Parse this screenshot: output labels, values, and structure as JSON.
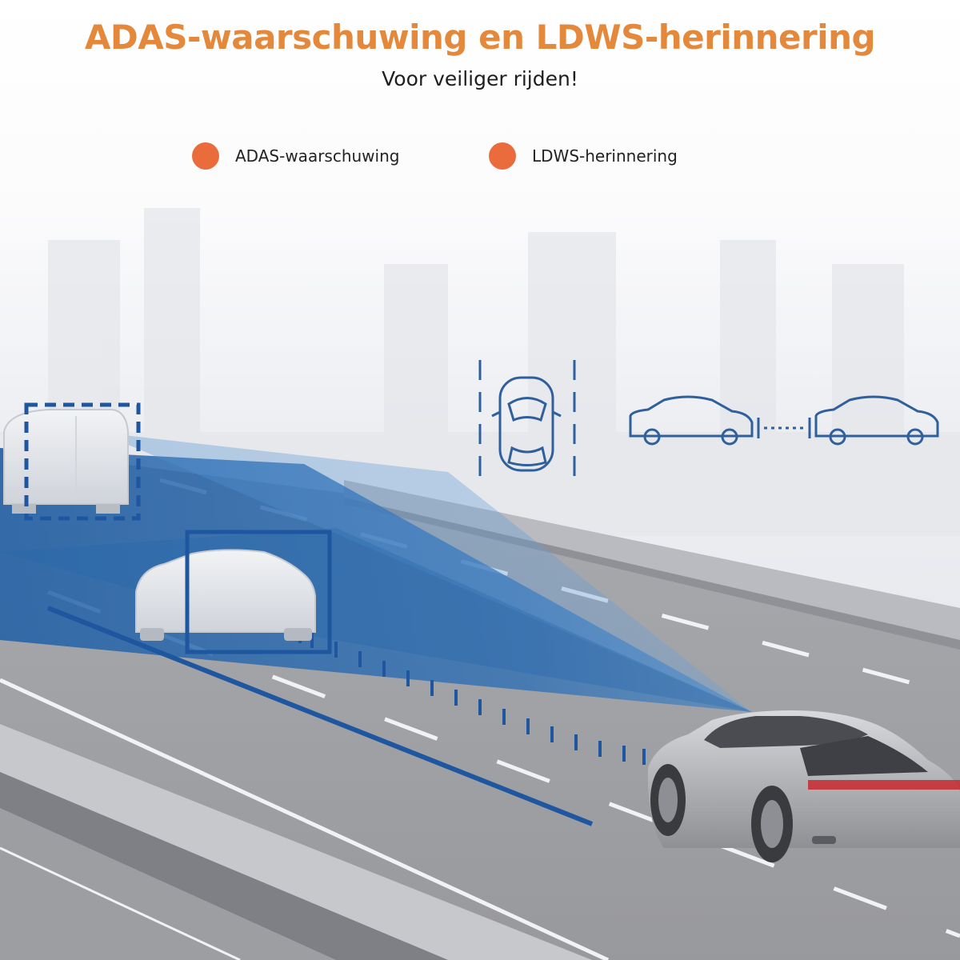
{
  "header": {
    "title": "ADAS-waarschuwing en LDWS-herinnering",
    "subtitle": "Voor veiliger rijden!"
  },
  "legend": {
    "items": [
      {
        "label": "ADAS-waarschuwing"
      },
      {
        "label": "LDWS-herinnering"
      }
    ]
  },
  "colors": {
    "title_orange": "#e4893b",
    "legend_dot": "#ea6c3c",
    "detection_blue": "#1f5fa6",
    "icon_blue": "#2f5f9c"
  },
  "icons": [
    "lane-departure-icon",
    "forward-collision-distance-icon"
  ]
}
